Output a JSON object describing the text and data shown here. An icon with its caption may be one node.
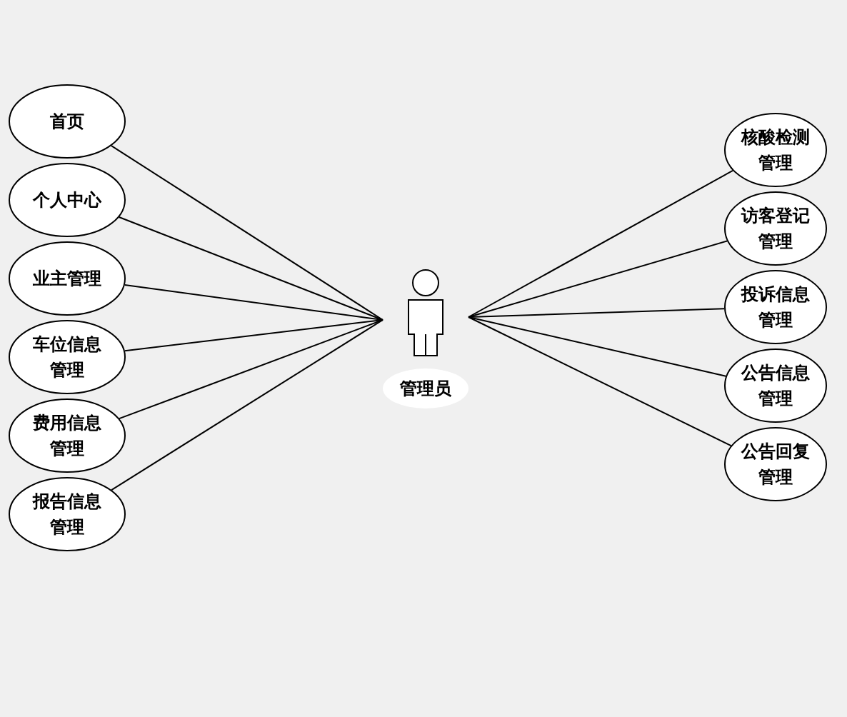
{
  "diagram": {
    "nodes": [
      {
        "text": [
          "管理员"
        ]
      },
      {
        "text": [
          "首页"
        ]
      },
      {
        "text": [
          "个人中心"
        ]
      },
      {
        "text": [
          "业主管理"
        ]
      },
      {
        "text": [
          "车位信息管理"
        ]
      },
      {
        "text": [
          "费用信息管理"
        ]
      },
      {
        "text": [
          "报告信息管理"
        ]
      },
      {
        "text": [
          "核酸检测管理"
        ]
      },
      {
        "text": [
          "访客登记管理"
        ]
      },
      {
        "text": [
          "投诉信息管理"
        ]
      },
      {
        "text": [
          "公告信息管理"
        ]
      },
      {
        "text": [
          "公告回复管理"
        ]
      }
    ],
    "edges": [
      {
        "from": 0,
        "to": 1,
        "arrow": "none"
      },
      {
        "from": 0,
        "to": 2,
        "arrow": "none"
      },
      {
        "from": 0,
        "to": 3,
        "arrow": "none"
      },
      {
        "from": 0,
        "to": 4,
        "arrow": "none"
      },
      {
        "from": 0,
        "to": 5,
        "arrow": "none"
      },
      {
        "from": 0,
        "to": 6,
        "arrow": "none"
      },
      {
        "from": 0,
        "to": 7,
        "arrow": "none"
      },
      {
        "from": 0,
        "to": 8,
        "arrow": "none"
      },
      {
        "from": 0,
        "to": 9,
        "arrow": "none"
      },
      {
        "from": 0,
        "to": 10,
        "arrow": "none"
      },
      {
        "from": 0,
        "to": 11,
        "arrow": "none"
      }
    ]
  }
}
